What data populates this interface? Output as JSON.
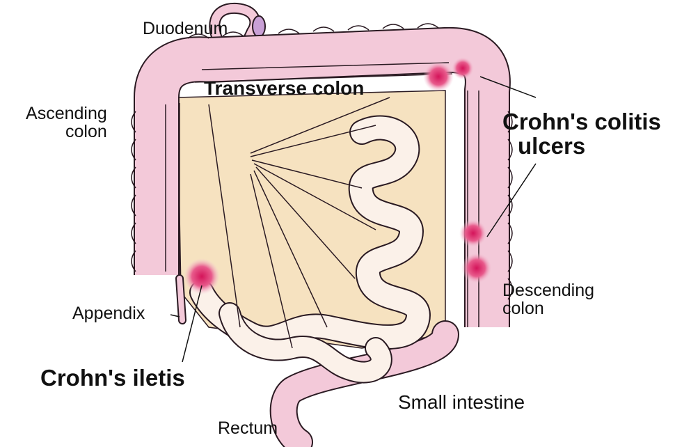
{
  "labels": {
    "duodenum": "Duodenum",
    "transverse_colon": "Transverse colon",
    "ascending_colon_line1": "Ascending",
    "ascending_colon_line2": "colon",
    "colitis_line1": "Crohn's colitis",
    "colitis_line2": "ulcers",
    "appendix": "Appendix",
    "ileitis": "Crohn's iletis",
    "descending_line1": "Descending",
    "descending_line2": "colon",
    "small_intestine": "Small intestine",
    "rectum": "Rectum"
  },
  "colors": {
    "colon_fill": "#f3c9d9",
    "colon_stroke": "#2a1a22",
    "mesentery": "#f6e2c0",
    "small_intestine_fill": "#fbf1e9",
    "ulcer": "#d4145a",
    "text": "#111111"
  }
}
